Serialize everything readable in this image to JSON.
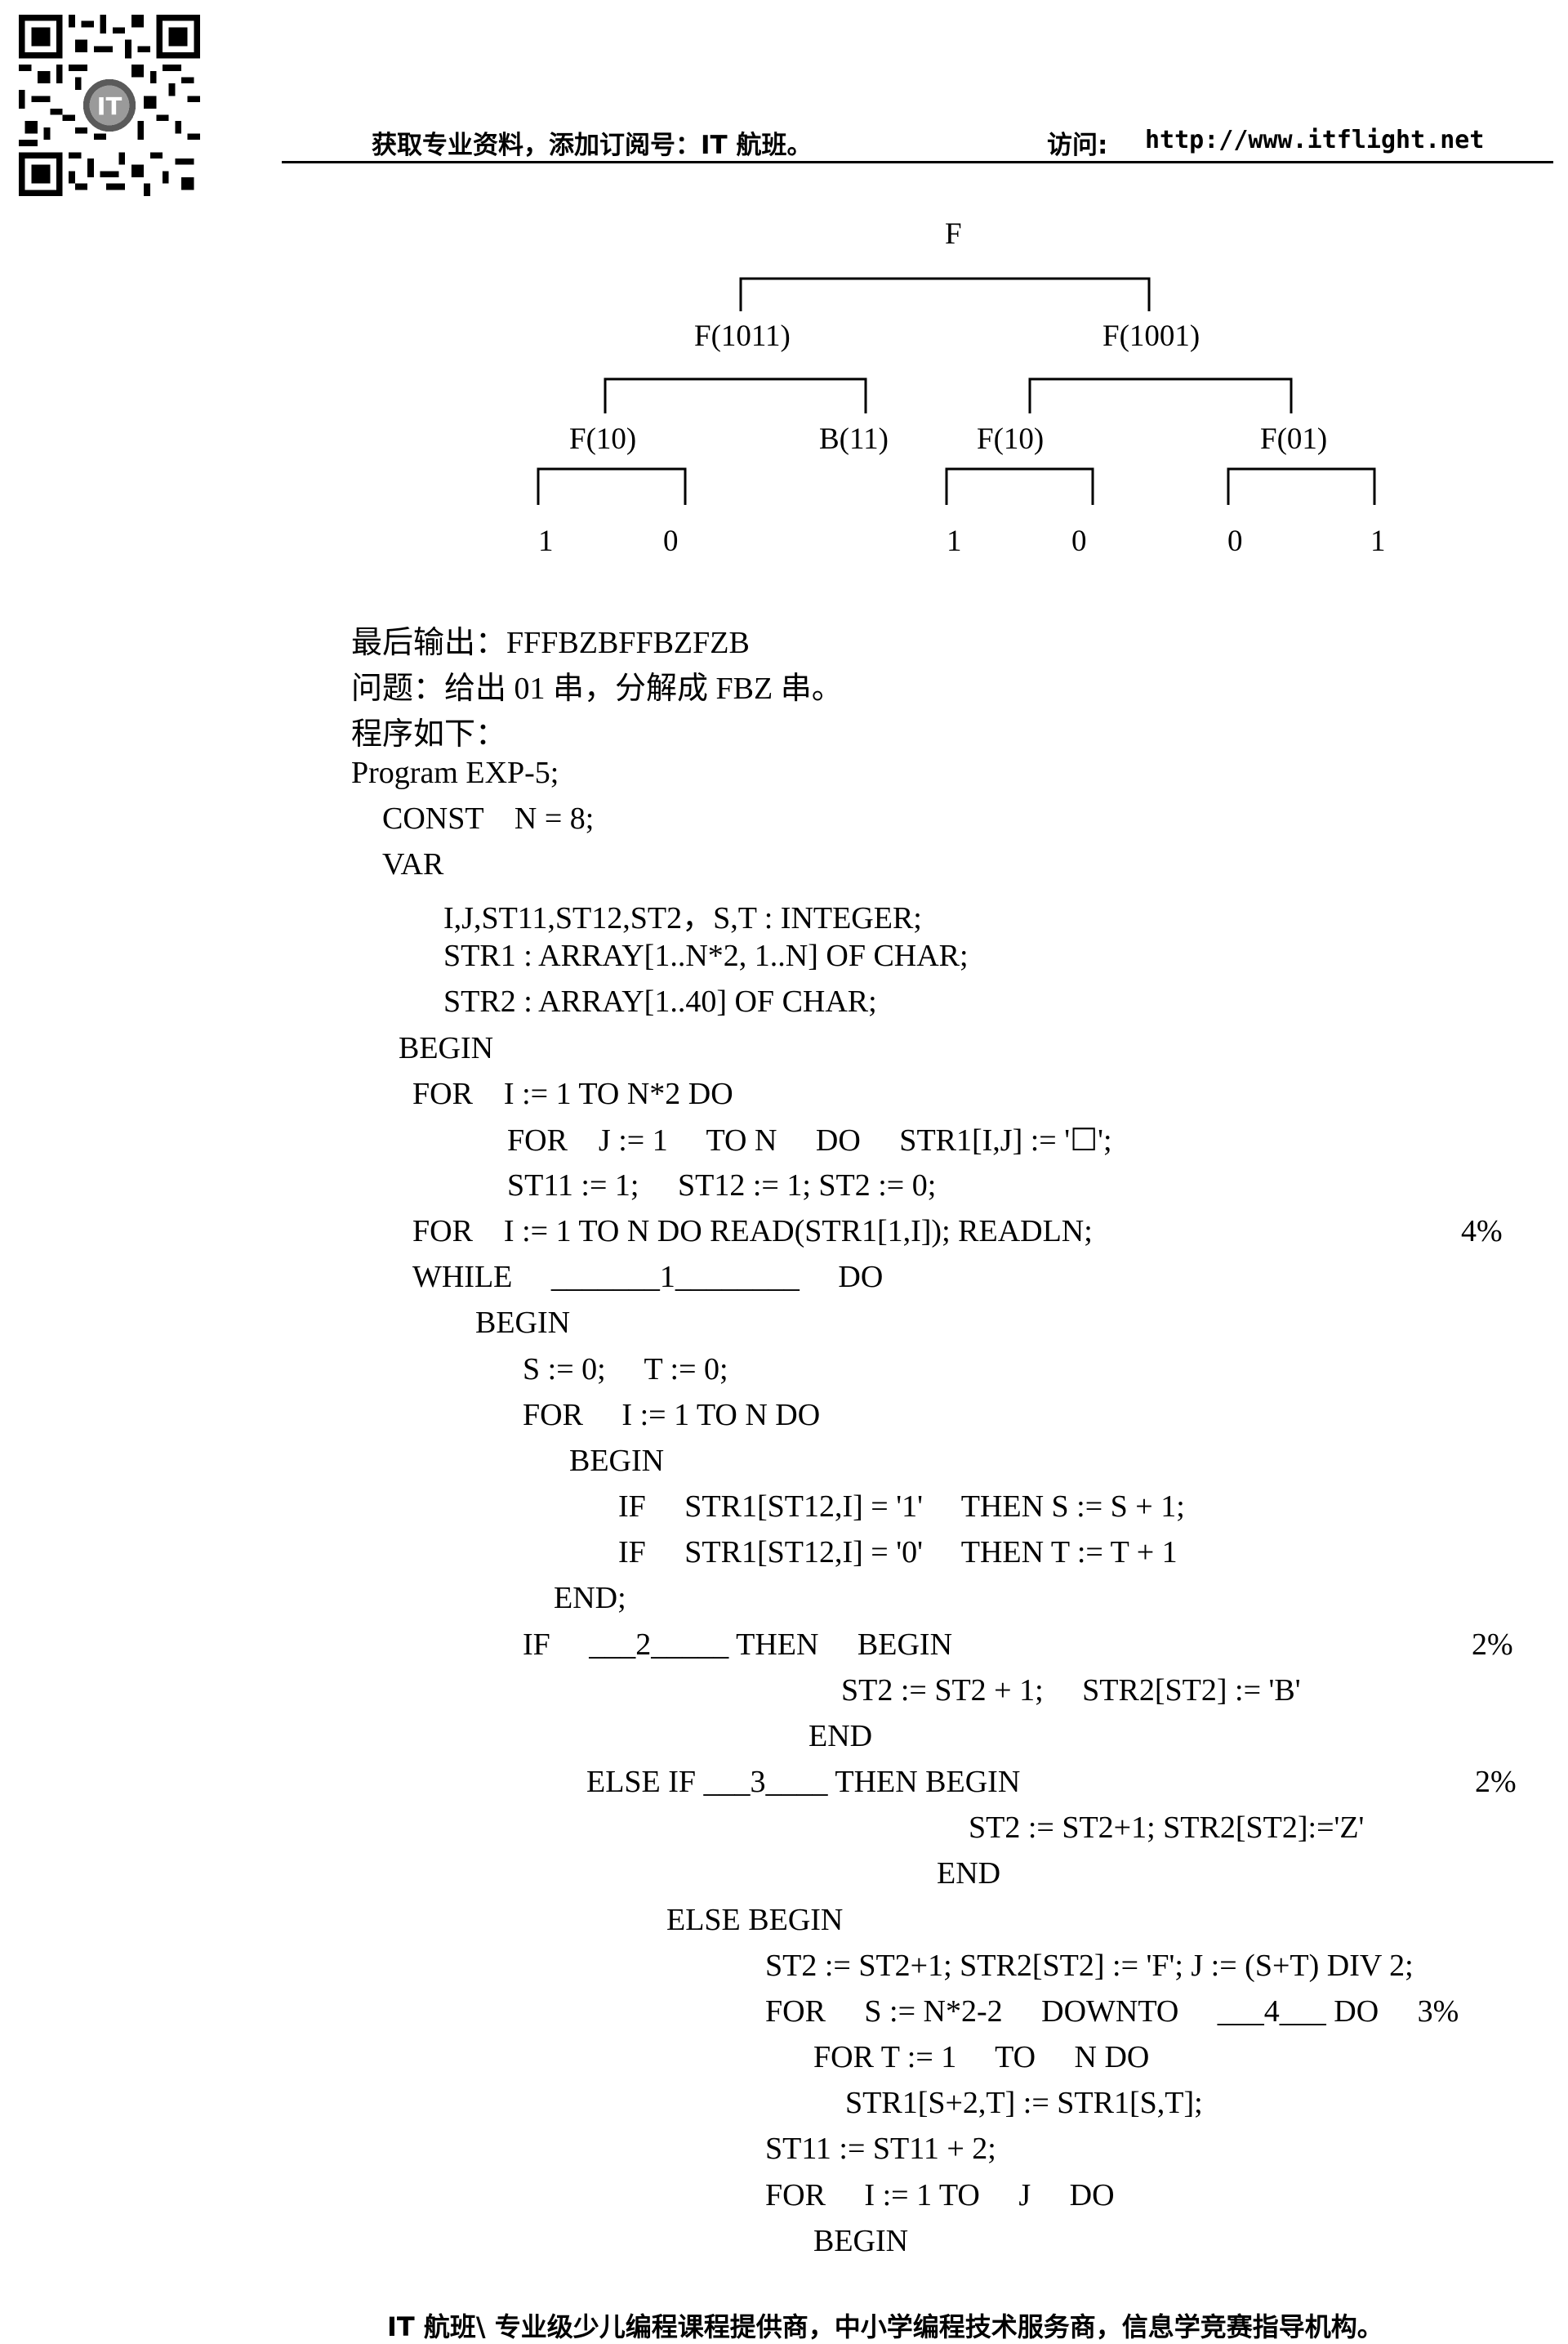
{
  "header": {
    "left_text": "获取专业资料，添加订阅号：IT 航班。",
    "visit_label": "访问:",
    "url": "http://www.itflight.net"
  },
  "tree": {
    "root": "F",
    "level1": [
      "F(1011)",
      "F(1001)"
    ],
    "level2": [
      "F(10)",
      "B(11)",
      "F(10)",
      "F(01)"
    ],
    "leaves": [
      "1",
      "0",
      "1",
      "0",
      "0",
      "1"
    ]
  },
  "text_lines": [
    "最后输出：FFFBZBFFBZFZB",
    "问题：给出 01 串，分解成 FBZ 串。",
    "程序如下："
  ],
  "code": [
    {
      "text": "Program EXP-5;"
    },
    {
      "text": "CONST    N = 8;"
    },
    {
      "text": "VAR"
    },
    {
      "text": "I,J,ST11,ST12,ST2，S,T : INTEGER;"
    },
    {
      "text": "STR1 : ARRAY[1..N*2, 1..N] OF CHAR;"
    },
    {
      "text": "STR2 : ARRAY[1..40] OF CHAR;"
    },
    {
      "text": "BEGIN"
    },
    {
      "text": "FOR    I := 1 TO N*2 DO"
    },
    {
      "text": "FOR    J := 1     TO N     DO     STR1[I,J] := '☐';"
    },
    {
      "text": "ST11 := 1;     ST12 := 1; ST2 := 0;"
    },
    {
      "text": "FOR    I := 1 TO N DO READ(STR1[1,I]); READLN;",
      "score": "4%"
    },
    {
      "text": "WHILE     _______1________     DO"
    },
    {
      "text": "BEGIN"
    },
    {
      "text": "S := 0;     T := 0;"
    },
    {
      "text": "FOR     I := 1 TO N DO"
    },
    {
      "text": "BEGIN"
    },
    {
      "text": "IF     STR1[ST12,I] = '1'     THEN S := S + 1;"
    },
    {
      "text": "IF     STR1[ST12,I] = '0'     THEN T := T + 1"
    },
    {
      "text": "END;"
    },
    {
      "text": "IF     ___2_____ THEN     BEGIN",
      "score": "2%"
    },
    {
      "text": "ST2 := ST2 + 1;     STR2[ST2] := 'B'"
    },
    {
      "text": "END"
    },
    {
      "text": "ELSE IF ___3____ THEN BEGIN",
      "score": "2%"
    },
    {
      "text": "ST2 := ST2+1; STR2[ST2]:='Z'"
    },
    {
      "text": "END"
    },
    {
      "text": "ELSE BEGIN"
    },
    {
      "text": "ST2 := ST2+1; STR2[ST2] := 'F'; J := (S+T) DIV 2;"
    },
    {
      "text": "FOR     S := N*2-2     DOWNTO     ___4___ DO     3%"
    },
    {
      "text": "FOR T := 1     TO     N DO"
    },
    {
      "text": "STR1[S+2,T] := STR1[S,T];"
    },
    {
      "text": "ST11 := ST11 + 2;"
    },
    {
      "text": "FOR     I := 1 TO     J     DO"
    },
    {
      "text": "BEGIN"
    }
  ],
  "footer": {
    "text": "IT 航班\\ 专业级少儿编程课程提供商，中小学编程技术服务商，信息学竞赛指导机构。"
  }
}
